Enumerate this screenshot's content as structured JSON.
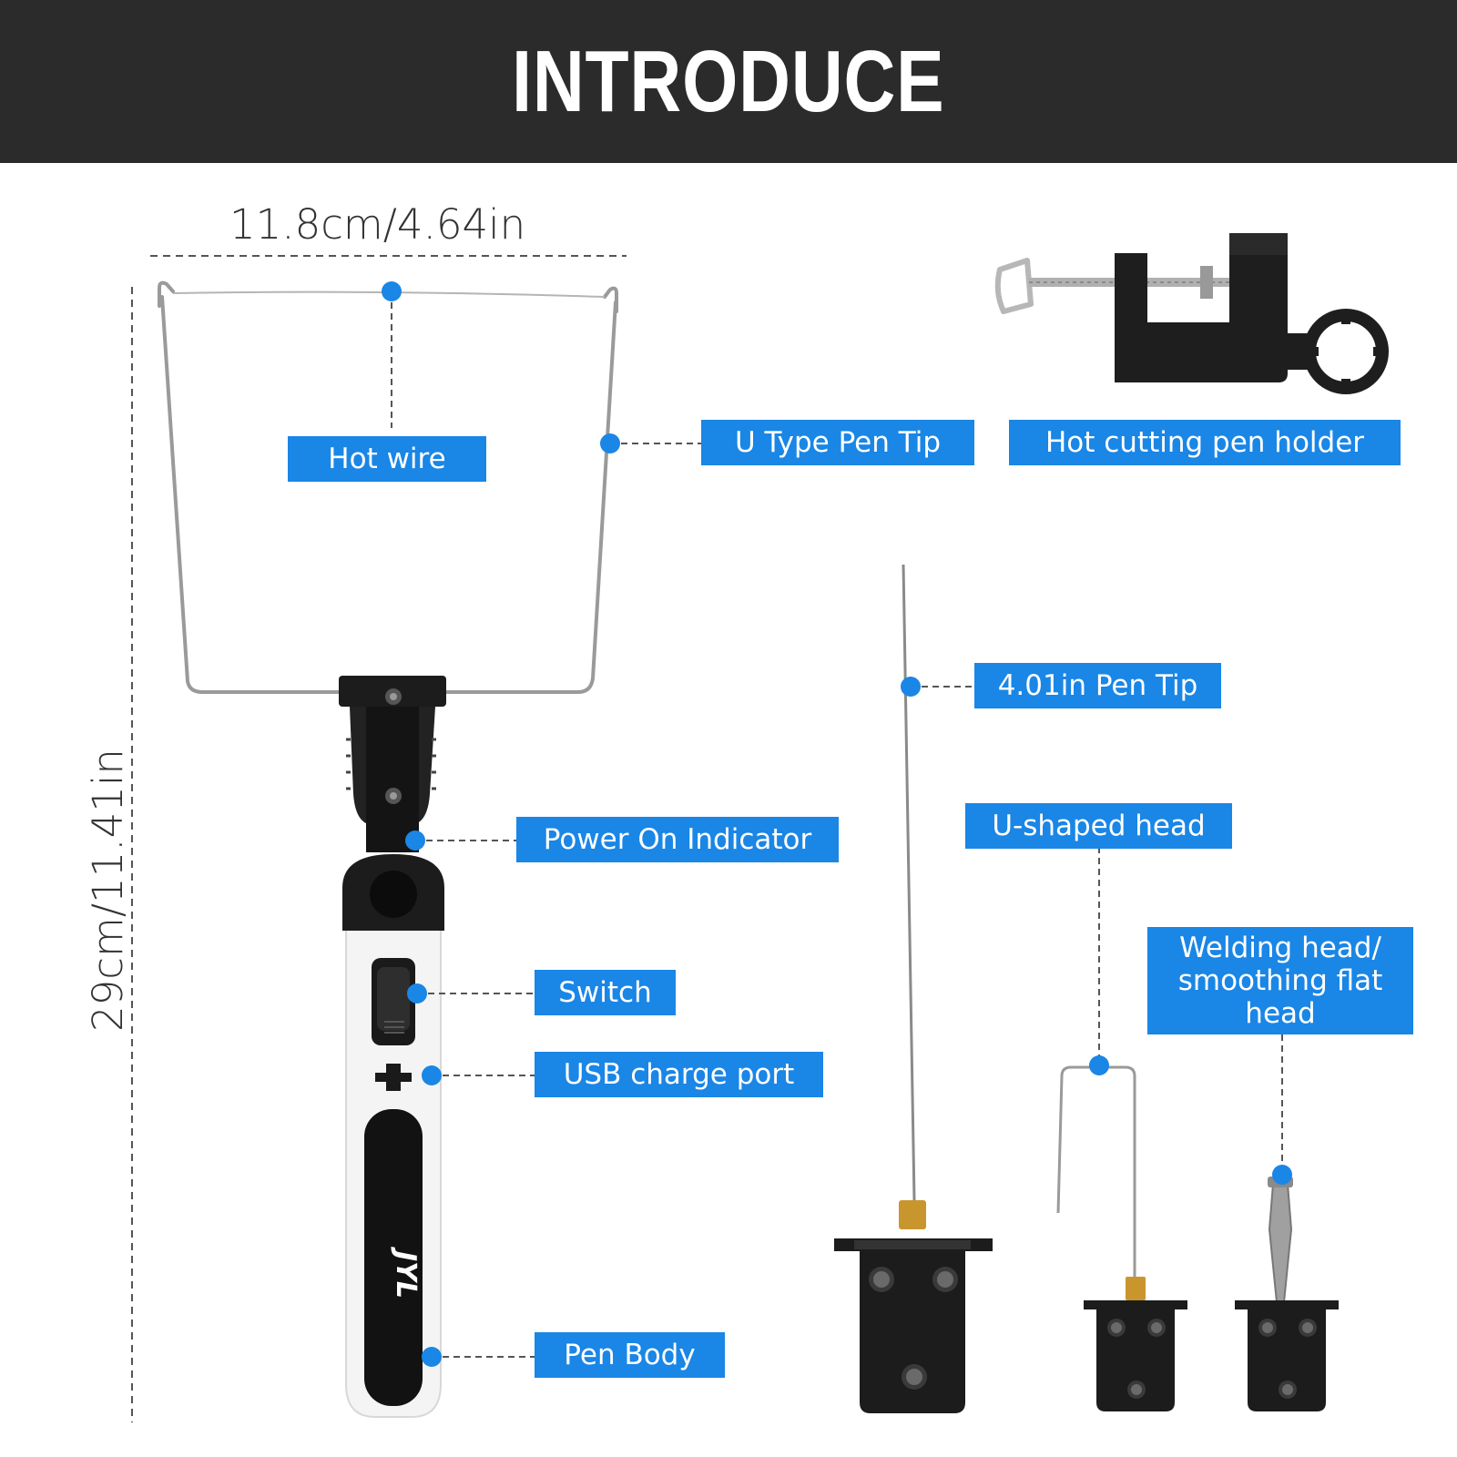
{
  "title": "INTRODUCE",
  "dimensions": {
    "width": "11.8cm/4.64in",
    "height": "29cm/11.41in"
  },
  "labels": {
    "hot_wire": "Hot wire",
    "u_type_pen_tip": "U Type Pen Tip",
    "hot_cutting_pen_holder": "Hot cutting pen holder",
    "pen_tip_401": "4.01in Pen Tip",
    "power_on_indicator": "Power On Indicator",
    "u_shaped_head": "U-shaped head",
    "switch": "Switch",
    "welding_head_line1": "Welding head/",
    "welding_head_line2": "smoothing flat",
    "welding_head_line3": "head",
    "usb_charge_port": "USB charge port",
    "pen_body": "Pen Body"
  },
  "brand": "JYL",
  "colors": {
    "header_bg": "#2b2b2b",
    "label_bg": "#1a86e6",
    "dot": "#1a86e6",
    "tool_black": "#1c1c1c",
    "body_white": "#f4f4f4",
    "wire_gray": "#9a9a9a",
    "brass": "#c9962e"
  }
}
